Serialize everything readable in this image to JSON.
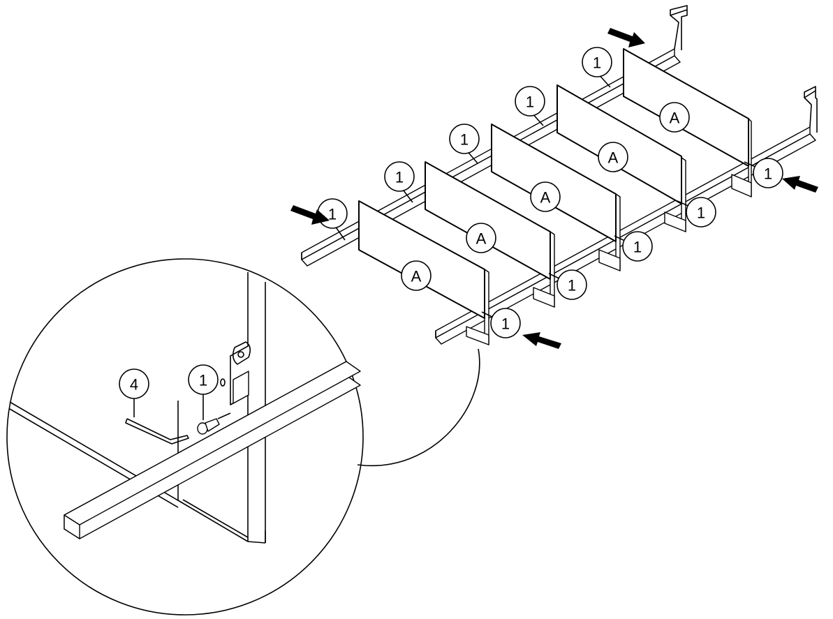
{
  "diagram": {
    "panel_label": "A",
    "screw_callout": "1",
    "key_callout": "4",
    "panels": [
      {
        "label": "A"
      },
      {
        "label": "A"
      },
      {
        "label": "A"
      },
      {
        "label": "A"
      },
      {
        "label": "A"
      }
    ],
    "callouts": [
      {
        "label": "1"
      },
      {
        "label": "1"
      },
      {
        "label": "1"
      },
      {
        "label": "1"
      },
      {
        "label": "1"
      },
      {
        "label": "1"
      },
      {
        "label": "1"
      },
      {
        "label": "1"
      },
      {
        "label": "1"
      },
      {
        "label": "1"
      }
    ],
    "detail": {
      "allen_key_label": "4",
      "screw_label": "1"
    },
    "colors": {
      "line": "#000000",
      "background": "#ffffff"
    }
  }
}
